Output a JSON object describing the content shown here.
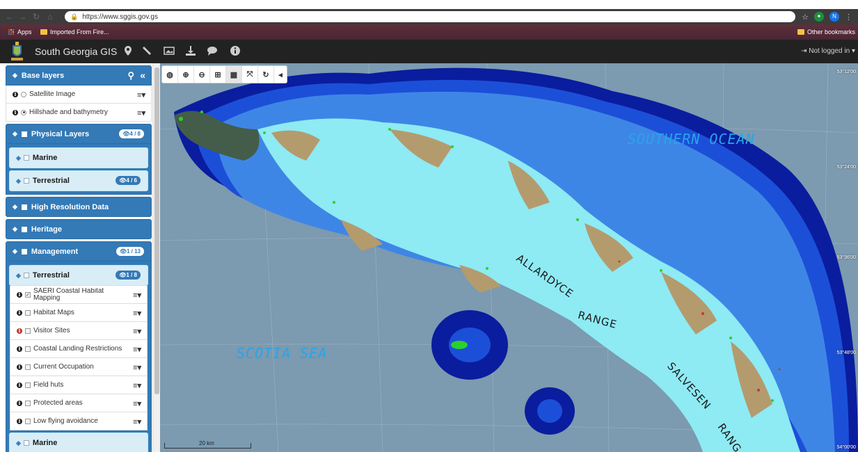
{
  "browser": {
    "url": "https://www.sggis.gov.gs",
    "bookmarks": {
      "apps": "Apps",
      "imported": "Imported From Fire...",
      "other": "Other bookmarks"
    },
    "profile_initial": "N"
  },
  "app": {
    "title": "South Georgia GIS",
    "login": "Not logged in"
  },
  "sidebar": {
    "base_layers": {
      "title": "Base layers",
      "items": [
        {
          "label": "Satellite Image",
          "selected": false
        },
        {
          "label": "Hillshade and bathymetry",
          "selected": true
        }
      ]
    },
    "physical": {
      "title": "Physical Layers",
      "badge": "4 / 8",
      "marine": "Marine",
      "terrestrial": "Terrestrial",
      "terrestrial_badge": "4 / 6"
    },
    "high_res": "High Resolution Data",
    "heritage": "Heritage",
    "management": {
      "title": "Management",
      "badge": "1 / 13",
      "terrestrial": "Terrestrial",
      "terrestrial_badge": "1 / 8",
      "items": [
        {
          "label": "SAERI Coastal Habitat Mapping",
          "checked": true
        },
        {
          "label": "Habitat Maps",
          "checked": false
        },
        {
          "label": "Visitor Sites",
          "checked": false
        },
        {
          "label": "Coastal Landing Restrictions",
          "checked": false
        },
        {
          "label": "Current Occupation",
          "checked": false
        },
        {
          "label": "Field huts",
          "checked": false
        },
        {
          "label": "Protected areas",
          "checked": false
        },
        {
          "label": "Low flying avoidance",
          "checked": false
        }
      ],
      "marine": "Marine"
    }
  },
  "map": {
    "labels": {
      "southern_ocean": "SOUTHERN OCEAN",
      "scotia_sea": "SCOTIA SEA",
      "allardyce": "ALLARDYCE",
      "range": "RANGE",
      "salvesen": "SALVESEN",
      "rang": "RANG"
    },
    "latitudes": [
      "53°12'00",
      "53°24'00",
      "53°36'00",
      "53°48'00",
      "54°00'00"
    ],
    "scale": "20 km"
  }
}
